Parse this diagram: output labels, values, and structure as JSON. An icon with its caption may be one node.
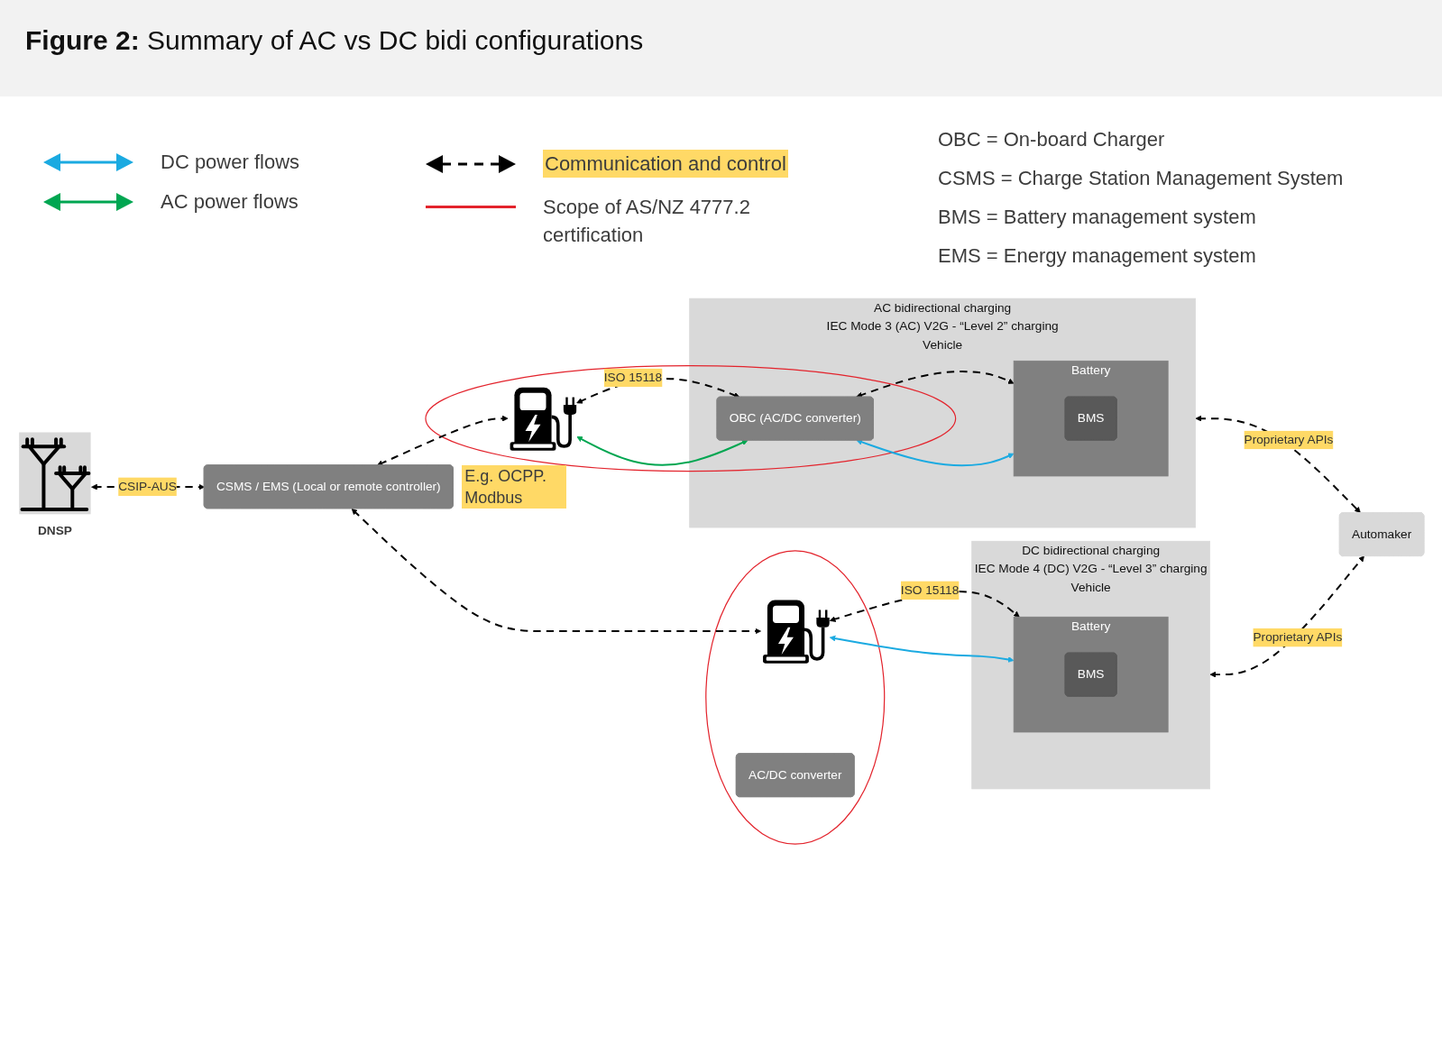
{
  "diagram": {
    "title": "**Figure 2:** Summary of AC vs DC bidi configurations",
    "nodes": [
      {
        "text": [
          "DNSP"
        ]
      },
      {
        "text": [],
        "shape": "picture"
      },
      {
        "text": [
          "AC bidirectional charging",
          "IEC Mode 3 (AC) V2G - “Level 2” charging",
          "Vehicle"
        ]
      },
      {
        "text": [
          "OBC (AC/DC converter)"
        ],
        "in": 2
      },
      {
        "text": [
          "Battery"
        ],
        "in": 2
      },
      {
        "text": [
          "BMS"
        ],
        "in": 4
      },
      {
        "text": [
          "CSMS / EMS (Local or remote controller)"
        ]
      },
      {
        "text": [
          "Automaker"
        ]
      },
      {
        "text": [
          "DC bidirectional charging",
          "IEC Mode 4 (DC) V2G - “Level 3” charging",
          "Vehicle"
        ]
      },
      {
        "text": [],
        "shape": "picture"
      },
      {
        "text": [
          "AC/DC converter"
        ]
      },
      {
        "text": [
          "Battery"
        ],
        "in": 8
      },
      {
        "text": [
          "BMS"
        ],
        "in": 11
      }
    ],
    "edges": [
      {
        "from": 0,
        "to": 6,
        "arrow": "both",
        "label": "CSIP-AUS",
        "style": "dashed"
      },
      {
        "from": 6,
        "to": 1,
        "arrow": "both",
        "style": "dashed"
      },
      {
        "from": 1,
        "to": 3,
        "arrow": "both",
        "label": "ISO 15118",
        "style": "dashed"
      },
      {
        "from": 1,
        "to": 3,
        "arrow": "both",
        "color": "#00a651"
      },
      {
        "from": 3,
        "to": 4,
        "arrow": "both",
        "style": "dashed"
      },
      {
        "from": 3,
        "to": 4,
        "arrow": "both",
        "color": "#1baae1"
      },
      {
        "from": 2,
        "to": 7,
        "arrow": "both",
        "label": "Proprietary APIs",
        "style": "dashed"
      },
      {
        "from": 8,
        "to": 7,
        "arrow": "both",
        "label": "Proprietary APIs",
        "style": "dashed"
      },
      {
        "from": 6,
        "to": 9,
        "arrow": "both",
        "style": "dashed"
      },
      {
        "from": 9,
        "to": 11,
        "arrow": "both",
        "label": "ISO 15118",
        "style": "dashed"
      },
      {
        "from": 9,
        "to": 11,
        "arrow": "both",
        "color": "#1baae1"
      }
    ],
    "labels": [
      "OBC = On-board Charger",
      "CSMS = Charge Station Management System",
      "BMS = Battery management system",
      "EMS = Energy management system",
      "E.g. OCPP. Modbus"
    ],
    "legend": [
      {
        "text": "DC power flows"
      },
      {
        "text": "AC power flows"
      },
      {
        "text": "Communication and control"
      },
      {
        "text": "Scope of AS/NZ 4777.2 certification"
      }
    ]
  }
}
